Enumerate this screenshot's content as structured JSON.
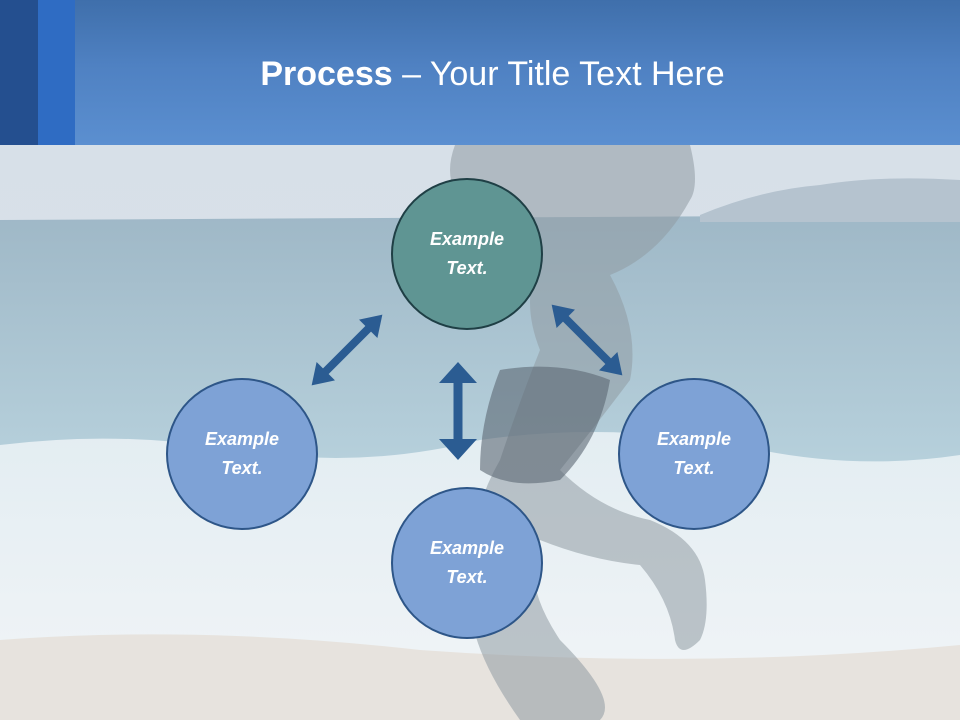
{
  "slide": {
    "title_bold": "Process",
    "title_rest": " – Your Title Text Here"
  },
  "nodes": {
    "top": "Example Text.",
    "left": "Example Text.",
    "right": "Example Text.",
    "bottom": "Example Text."
  },
  "colors": {
    "header": "#4f81c2",
    "node_primary": "#5f9593",
    "node_secondary": "#7ea2d6",
    "arrow": "#2b5c92"
  }
}
